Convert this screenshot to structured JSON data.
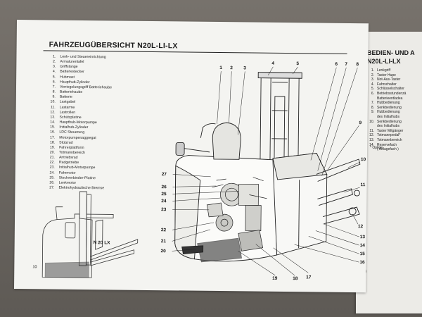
{
  "left_page": {
    "title": "FAHRZEUGÜBERSICHT N20L-LI-LX",
    "page_number": "10",
    "small_figure_label": "N 20 LX",
    "parts": [
      {
        "n": "1",
        "label": "Lenk- und Steuereinrichtung"
      },
      {
        "n": "2",
        "label": "Armaturentafel"
      },
      {
        "n": "3",
        "label": "Griffstange"
      },
      {
        "n": "4",
        "label": "Batteriestecker"
      },
      {
        "n": "5",
        "label": "Hubmast"
      },
      {
        "n": "6",
        "label": "Haupthub-Zylinder"
      },
      {
        "n": "7",
        "label": "Verriegelungsgriff Batteriehaube"
      },
      {
        "n": "8",
        "label": "Batteriehaube"
      },
      {
        "n": "9",
        "label": "Batterie"
      },
      {
        "n": "10",
        "label": "Lastgabel"
      },
      {
        "n": "11",
        "label": "Lastarme"
      },
      {
        "n": "12",
        "label": "Lastrollen"
      },
      {
        "n": "13",
        "label": "Schützplatine"
      },
      {
        "n": "14",
        "label": "Haupthub-Motorpumpe"
      },
      {
        "n": "15",
        "label": "Initialhub-Zylinder"
      },
      {
        "n": "16",
        "label": "LDC Steuerung"
      },
      {
        "n": "17",
        "label": "Motorpumpenaggregat"
      },
      {
        "n": "18",
        "label": "Stützrad"
      },
      {
        "n": "19",
        "label": "Fahrerplattform"
      },
      {
        "n": "20",
        "label": "Totmannbereich"
      },
      {
        "n": "21",
        "label": "Antriebsrad"
      },
      {
        "n": "22",
        "label": "Radgetriebe"
      },
      {
        "n": "23",
        "label": "Initialhub-Motorpumpe"
      },
      {
        "n": "24",
        "label": "Fahrmotor"
      },
      {
        "n": "25",
        "label": "Steckverbinder-Platine"
      },
      {
        "n": "26",
        "label": "Lenkmotor"
      },
      {
        "n": "27",
        "label": "Elektrohydraulische Bremse"
      }
    ],
    "callouts": [
      "1",
      "2",
      "3",
      "4",
      "5",
      "6",
      "7",
      "8",
      "9",
      "10",
      "11",
      "12",
      "13",
      "14",
      "15",
      "16",
      "17",
      "18",
      "19",
      "20",
      "21",
      "22",
      "23",
      "24",
      "25",
      "26",
      "27"
    ]
  },
  "right_page": {
    "title_line1": "BEDIEN- UND A",
    "title_line2": "N20L-LI-LX",
    "items": [
      {
        "n": "1.",
        "label": "Lenkgriff"
      },
      {
        "n": "2.",
        "label": "Taster Hupe"
      },
      {
        "n": "3.",
        "label": "Not-Aus-Taster"
      },
      {
        "n": "4.",
        "label": "Fahrschalter"
      },
      {
        "n": "5.",
        "label": "Schlüsselschalter"
      },
      {
        "n": "6.",
        "label": "Betriebsstundenzä"
      },
      {
        "n": "",
        "label": "Batterieentladea"
      },
      {
        "n": "7.",
        "label": "Hubbedienung"
      },
      {
        "n": "8.",
        "label": "Senkbedienung"
      },
      {
        "n": "9.",
        "label": "Hubbedienung"
      },
      {
        "n": "",
        "label": "des Initialhubs"
      },
      {
        "n": "10.",
        "label": "Senkbedienung"
      },
      {
        "n": "",
        "label": "des Initialhubs"
      },
      {
        "n": "11.",
        "label": "Taster Mitgänger"
      },
      {
        "n": "12.",
        "label": "Totmannpedal*"
      },
      {
        "n": "13.",
        "label": "Totmannbereich"
      },
      {
        "n": "14.",
        "label": "Reservefach"
      },
      {
        "n": "",
        "label": "( Ablagefach )"
      }
    ],
    "note": "* Option"
  },
  "colors": {
    "paper": "#f4f4f1",
    "ink": "#1a1a1a",
    "table": "#6f6b66"
  }
}
